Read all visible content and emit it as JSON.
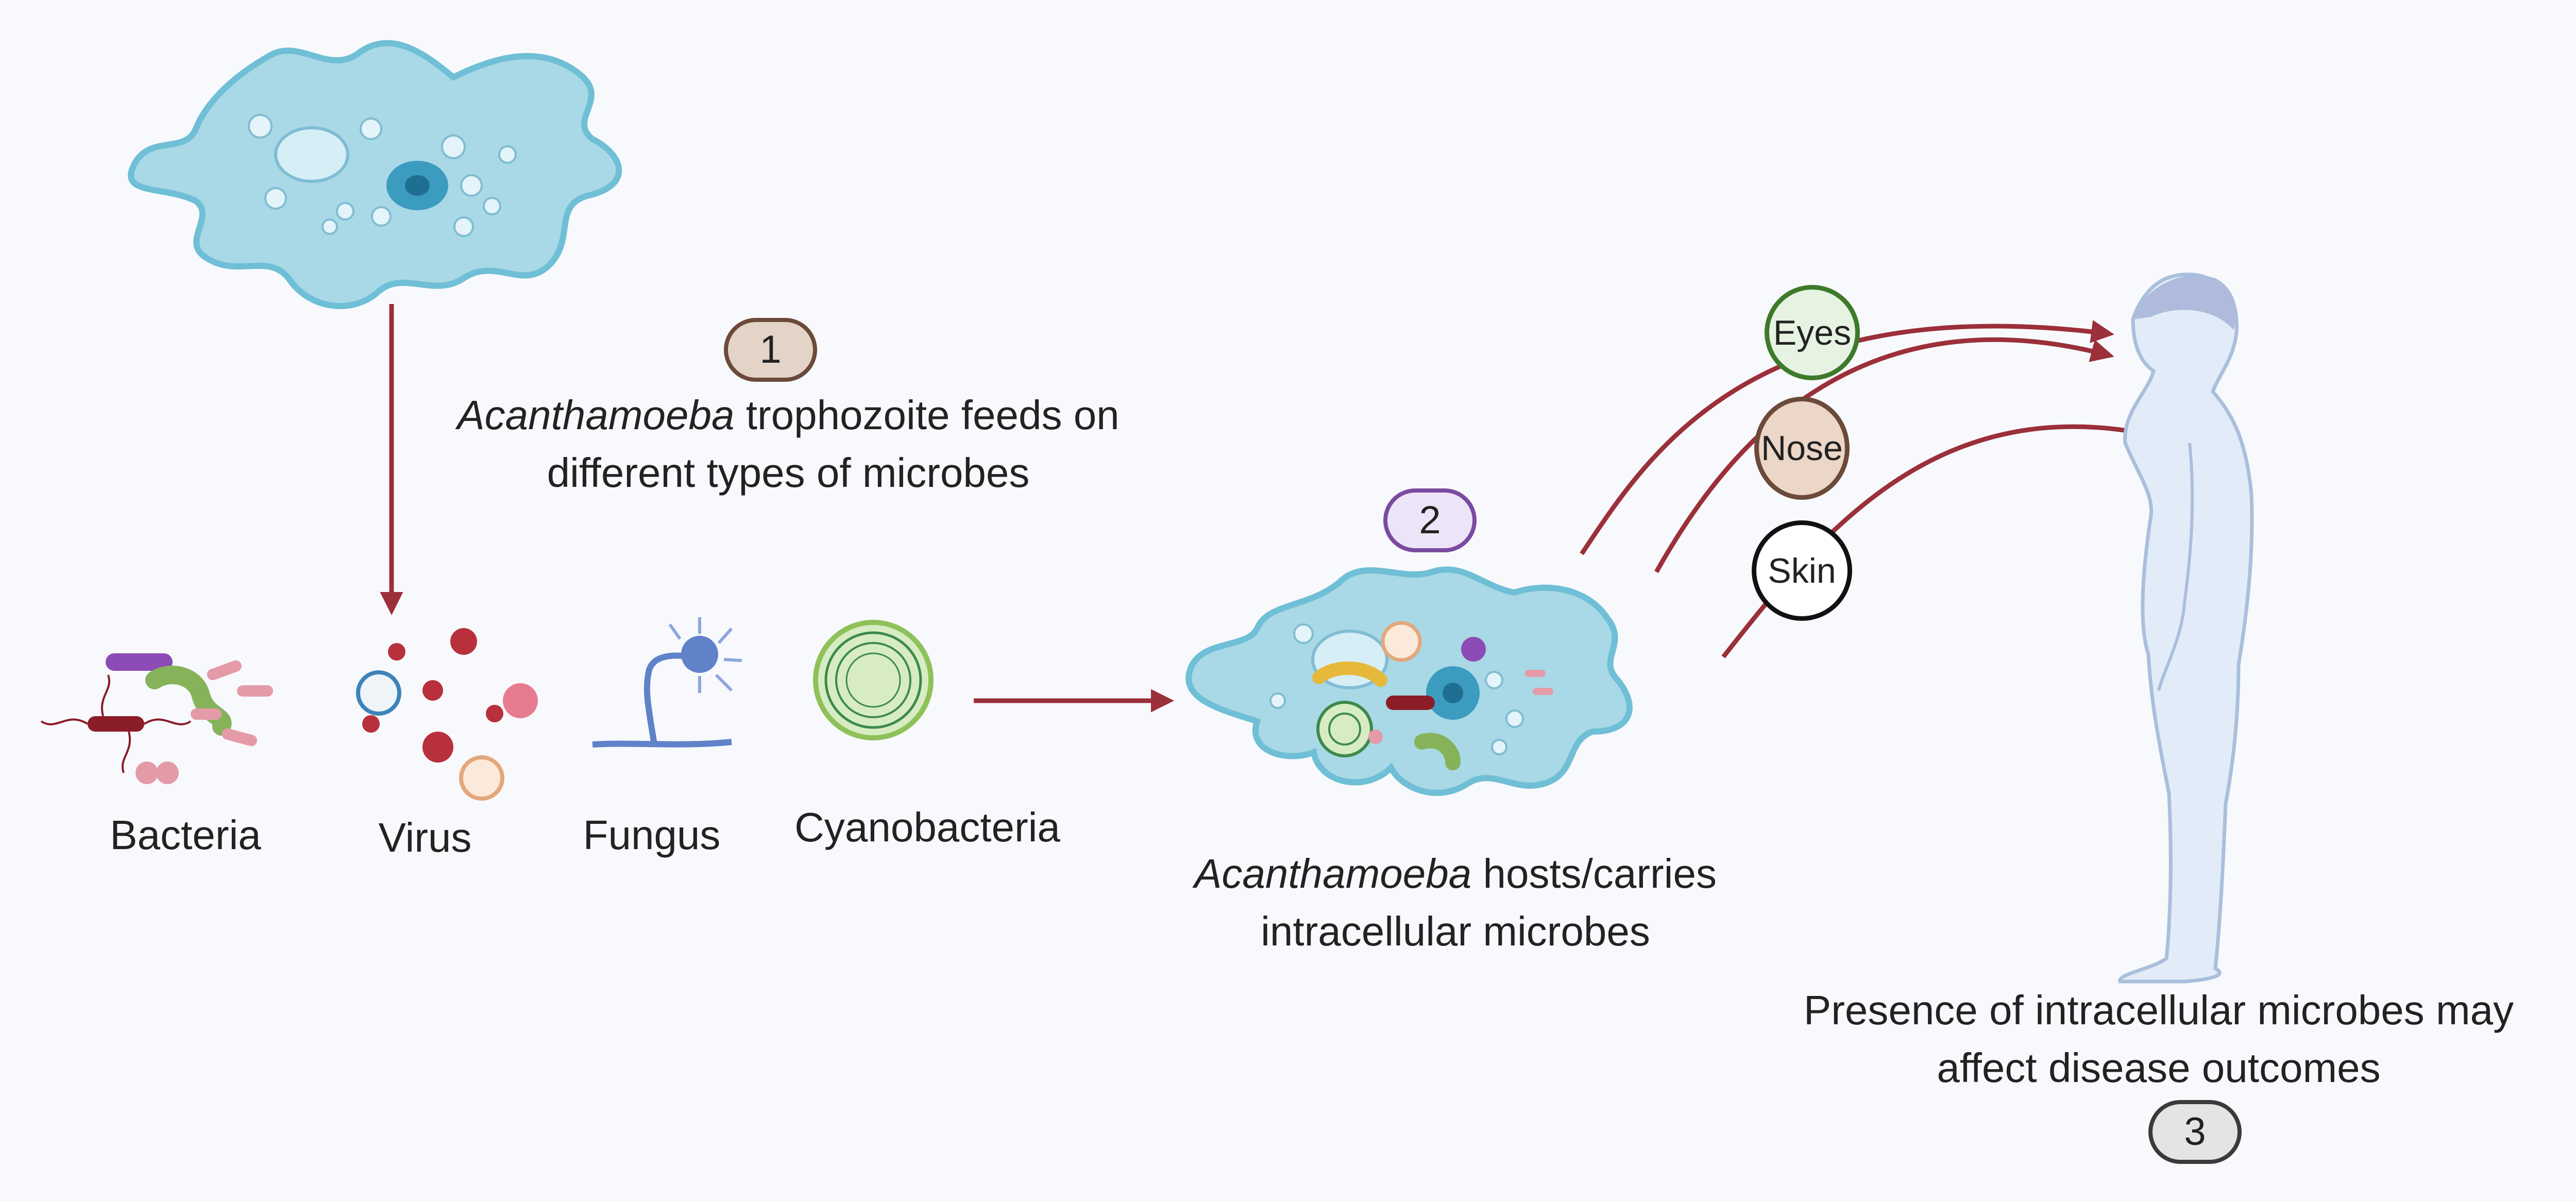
{
  "steps": {
    "step1": {
      "number": "1",
      "italic": "Acanthamoeba",
      "rest": " trophozoite feeds on",
      "line2": "different types of microbes",
      "colors": {
        "fill": "#e4d3c7",
        "border": "#6b4a3a"
      }
    },
    "step2": {
      "number": "2",
      "italic": "Acanthamoeba",
      "rest": " hosts/carries",
      "line2": "intracellular microbes",
      "colors": {
        "fill": "#ece4f7",
        "border": "#7a4aa0"
      }
    },
    "step3": {
      "number": "3",
      "line1": "Presence of intracellular microbes may",
      "line2": "affect disease outcomes",
      "colors": {
        "fill": "#e4e4e4",
        "border": "#3a3a3a"
      }
    }
  },
  "microbes": {
    "bacteria": "Bacteria",
    "virus": "Virus",
    "fungus": "Fungus",
    "cyanobacteria": "Cyanobacteria"
  },
  "entry_routes": [
    {
      "label": "Eyes",
      "fill": "#e6f3e3",
      "border": "#3d7a2a"
    },
    {
      "label": "Nose",
      "fill": "#ebd6c8",
      "border": "#6b4a3a"
    },
    {
      "label": "Skin",
      "fill": "#ffffff",
      "border": "#111111"
    }
  ],
  "colors": {
    "arrow": "#9b2f3a",
    "amoeba_fill": "#a9d8e6",
    "amoeba_edge": "#6fbfd6",
    "human_fill": "#e2ecf8",
    "human_edge": "#a9bfdc"
  }
}
